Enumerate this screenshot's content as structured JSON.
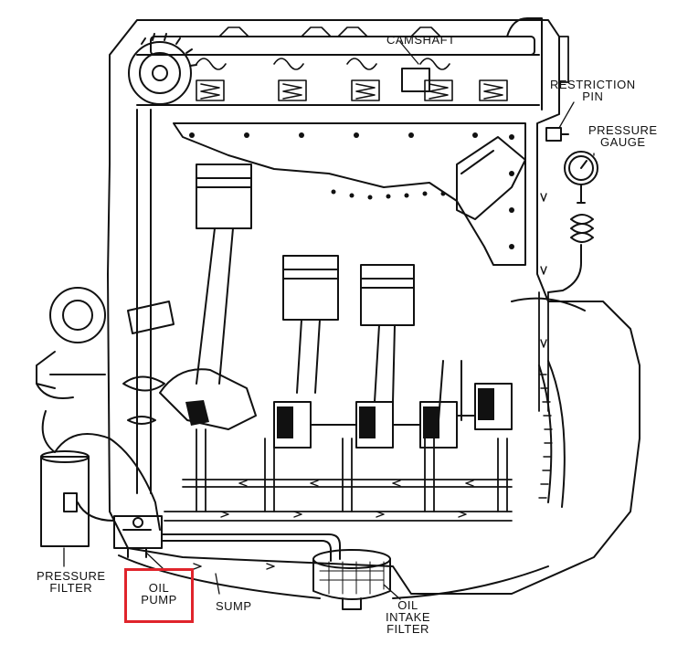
{
  "labels": {
    "camshaft": "CAMSHAFT",
    "restriction_pin": [
      "RESTRICTION",
      "PIN"
    ],
    "pressure_gauge": [
      "PRESSURE",
      "GAUGE"
    ],
    "pressure_filter": [
      "PRESSURE",
      "FILTER"
    ],
    "oil_pump": [
      "OIL",
      "PUMP"
    ],
    "sump": "SUMP",
    "oil_intake_filter": [
      "OIL",
      "INTAKE",
      "FILTER"
    ]
  },
  "colors": {
    "ink": "#111111",
    "highlight": "#e0242b",
    "paper": "#ffffff"
  },
  "highlighted_component": "oil-pump"
}
